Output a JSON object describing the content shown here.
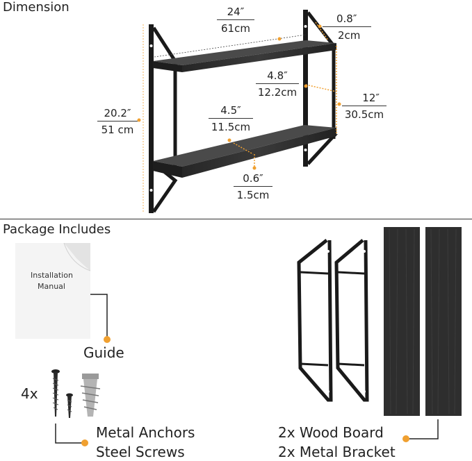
{
  "dimension": {
    "title": "Dimension",
    "measurements": {
      "width": {
        "top": "24″",
        "bottom": "61cm"
      },
      "thickness": {
        "top": "0.8″",
        "bottom": "2cm"
      },
      "depth_top": {
        "top": "4.8″",
        "bottom": "12.2cm"
      },
      "height_total": {
        "top": "20.2″",
        "bottom": "51 cm"
      },
      "spacing": {
        "top": "12″",
        "bottom": "30.5cm"
      },
      "depth_bottom": {
        "top": "4.5″",
        "bottom": "11.5cm"
      },
      "board": {
        "top": "0.6″",
        "bottom": "1.5cm"
      }
    }
  },
  "package": {
    "title": "Package Includes",
    "manual_text_line1": "Installation",
    "manual_text_line2": "Manual",
    "guide_label": "Guide",
    "hardware_qty": "4x",
    "hardware_line1": "Metal Anchors",
    "hardware_line2": "Steel Screws",
    "parts_line1": "2x Wood Board",
    "parts_line2": "2x Metal Bracket"
  },
  "colors": {
    "accent": "#f0a030",
    "metal": "#1a1a1a",
    "wood": "#2c2c2c"
  }
}
